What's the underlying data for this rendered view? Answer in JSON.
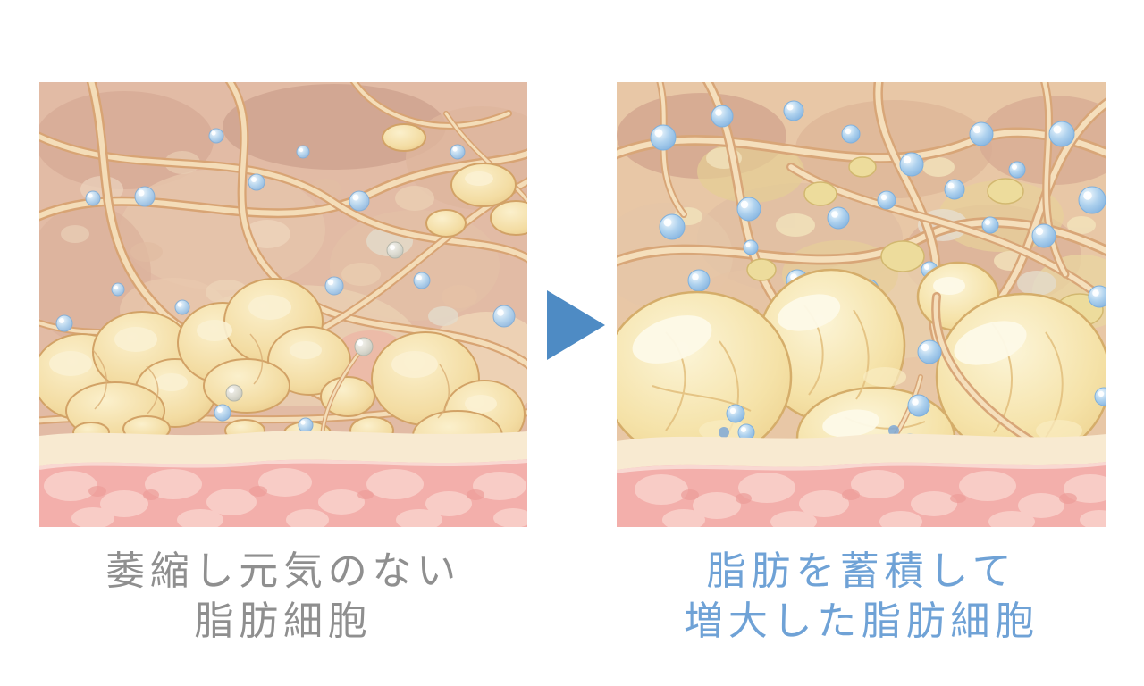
{
  "figure": {
    "before": {
      "caption_lines": [
        "萎縮し元気のない",
        "脂肪細胞"
      ],
      "illustration": "shrunken-fat-cells-tissue-illustration"
    },
    "after": {
      "caption_lines": [
        "脂肪を蓄積して",
        "増大した脂肪細胞"
      ],
      "illustration": "enlarged-fat-cells-tissue-illustration"
    },
    "arrow": {
      "icon": "right-pointing-triangle",
      "direction": "right"
    }
  },
  "colors": {
    "page_background": "#FFFFFF",
    "caption_before": "#8F8F8F",
    "caption_after": "#6FA2D6",
    "arrow": "#4E8BC4"
  }
}
